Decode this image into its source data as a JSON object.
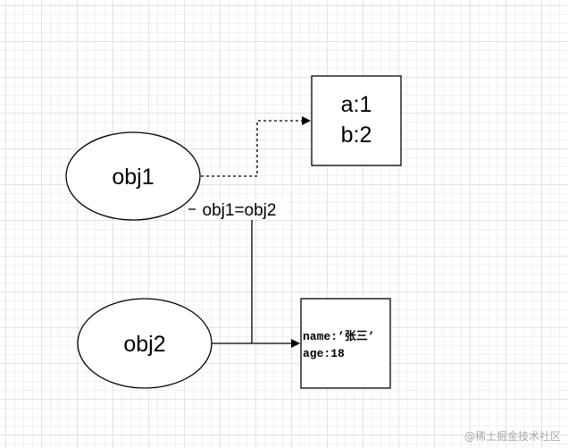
{
  "nodes": {
    "obj1": {
      "label": "obj1"
    },
    "obj2": {
      "label": "obj2"
    },
    "box1": {
      "line1": "a:1",
      "line2": "b:2"
    },
    "box2": {
      "line1": "name:’张三’",
      "line2": "age:18"
    }
  },
  "edges": {
    "assign_label": "obj1=obj2"
  },
  "watermark": "@稀土掘金技术社区",
  "colors": {
    "stroke": "#000000",
    "grid": "#e3e3e3",
    "background": "#ffffff"
  }
}
